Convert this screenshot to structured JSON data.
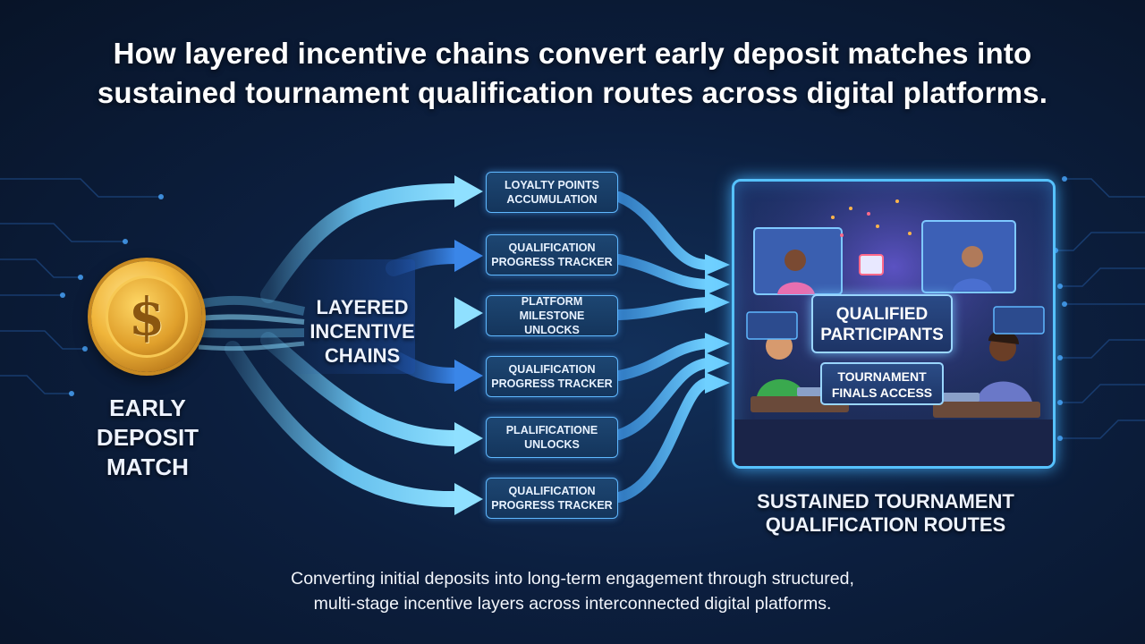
{
  "title": {
    "line1": "How layered incentive chains convert early deposit matches into",
    "line2": "sustained tournament qualification routes across digital platforms."
  },
  "source": {
    "label_line1": "EARLY",
    "label_line2": "DEPOSIT",
    "label_line3": "MATCH",
    "coin_symbol": "$",
    "icon": "coin-icon"
  },
  "hub": {
    "line1": "LAYERED",
    "line2": "INCENTIVE",
    "line3": "CHAINS"
  },
  "nodes": [
    {
      "line1": "LOYALTY POINTS",
      "line2": "ACCUMULATION"
    },
    {
      "line1": "QUALIFICATION",
      "line2": "PROGRESS TRACKER"
    },
    {
      "line1": "PLATFORM MILESTONE",
      "line2": "UNLOCKS"
    },
    {
      "line1": "QUALIFICATION",
      "line2": "PROGRESS TRACKER"
    },
    {
      "line1": "PLALIFICATIONE",
      "line2": "UNLOCKS"
    },
    {
      "line1": "QUALIFICATION",
      "line2": "PROGRESS TRACKER"
    }
  ],
  "destination": {
    "badge_line1": "QUALIFIED",
    "badge_line2": "PARTICIPANTS",
    "access_line1": "TOURNAMENT",
    "access_line2": "FINALS ACCESS",
    "caption_line1": "SUSTAINED TOURNAMENT",
    "caption_line2": "QUALIFICATION ROUTES"
  },
  "footer": {
    "line1": "Converting initial deposits into long-term engagement through structured,",
    "line2": "multi-stage incentive layers across interconnected digital platforms."
  },
  "colors": {
    "background": "#0c1f3f",
    "arrow_light": "#6fd0ff",
    "arrow_dark": "#2a6fd6",
    "node_border": "#5fb8ff",
    "coin_gold": "#f0b53a"
  }
}
